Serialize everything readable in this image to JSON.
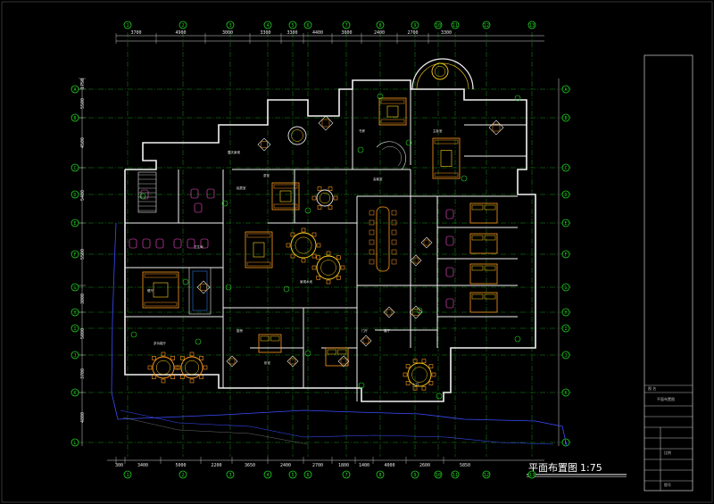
{
  "drawing": {
    "title": "平面布置图",
    "scale": "1:75"
  },
  "axes": {
    "top": [
      "1",
      "2",
      "3",
      "4",
      "5",
      "6",
      "7",
      "8",
      "9",
      "10",
      "11",
      "12",
      "13"
    ],
    "left": [
      "A",
      "B",
      "C",
      "D",
      "E",
      "F",
      "G",
      "H",
      "I",
      "J",
      "K",
      "L"
    ]
  },
  "dimensions": {
    "top": [
      "3700",
      "4900",
      "3000",
      "3300",
      "3300",
      "4400",
      "3000",
      "2400",
      "2700",
      "3300"
    ],
    "bottom": [
      "300",
      "3400",
      "5000",
      "2200",
      "3650",
      "2400",
      "2700",
      "1800",
      "1400",
      "4000",
      "2600",
      "5850"
    ],
    "left": [
      "1750",
      "5500",
      "4500",
      "5400",
      "5500",
      "3000",
      "5000",
      "3700",
      "4800"
    ]
  },
  "rooms": [
    {
      "id": "r1",
      "label": "露天景观"
    },
    {
      "id": "r2",
      "label": "茶室"
    },
    {
      "id": "r3",
      "label": "景观水池"
    },
    {
      "id": "r4",
      "label": "客厅"
    },
    {
      "id": "r5",
      "label": "起居室"
    },
    {
      "id": "r6",
      "label": "书房"
    },
    {
      "id": "r7",
      "label": "主卧室"
    },
    {
      "id": "r8",
      "label": "会客室"
    },
    {
      "id": "r9",
      "label": "餐厅"
    },
    {
      "id": "r10",
      "label": "厨房"
    },
    {
      "id": "r11",
      "label": "卧室"
    },
    {
      "id": "r12",
      "label": "卫生间"
    },
    {
      "id": "r13",
      "label": "多功能厅"
    },
    {
      "id": "r14",
      "label": "门厅"
    },
    {
      "id": "r15",
      "label": "入口"
    }
  ],
  "title_block": {
    "heading": "图 名",
    "drawing_name": "平面布置图",
    "rows": [
      "",
      "",
      "",
      "比例",
      "",
      "",
      "图号"
    ]
  },
  "colors": {
    "wall": "#f2f2f2",
    "axis": "#21d321",
    "furniture": "#ff9a1f",
    "accent": "#ffd21a",
    "fixture": "#ff4fd8",
    "dim": "#dcdcdc",
    "water": "#3a4dff"
  }
}
